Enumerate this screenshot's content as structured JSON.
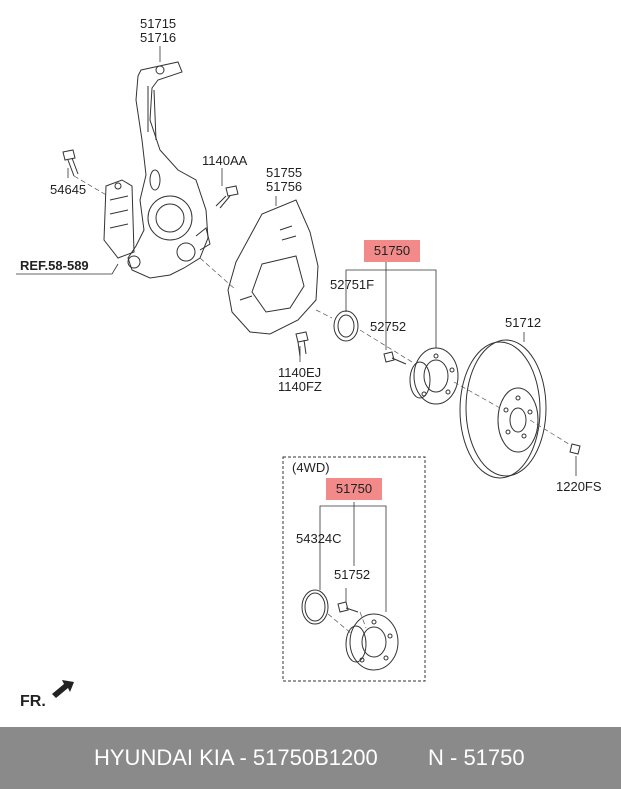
{
  "labels": {
    "p51715": "51715",
    "p51716": "51716",
    "p54645": "54645",
    "p1140aa": "1140AA",
    "p51755": "51755",
    "p51756": "51756",
    "ref": "REF.58-589",
    "p51750_top": "51750",
    "p52751f": "52751F",
    "p52752": "52752",
    "p51712": "51712",
    "p1140ej": "1140EJ",
    "p1140fz": "1140FZ",
    "p1220fs": "1220FS",
    "wd4": "(4WD)",
    "p51750_bottom": "51750",
    "p54324c": "54324C",
    "p51752": "51752",
    "fr": "FR."
  },
  "footer": {
    "brand": "HYUNDAI  KIA - 51750B1200",
    "code": "N - 51750"
  },
  "colors": {
    "highlight": "#f28a8a",
    "footer_bg": "#8a8a8a",
    "line": "#333333"
  }
}
